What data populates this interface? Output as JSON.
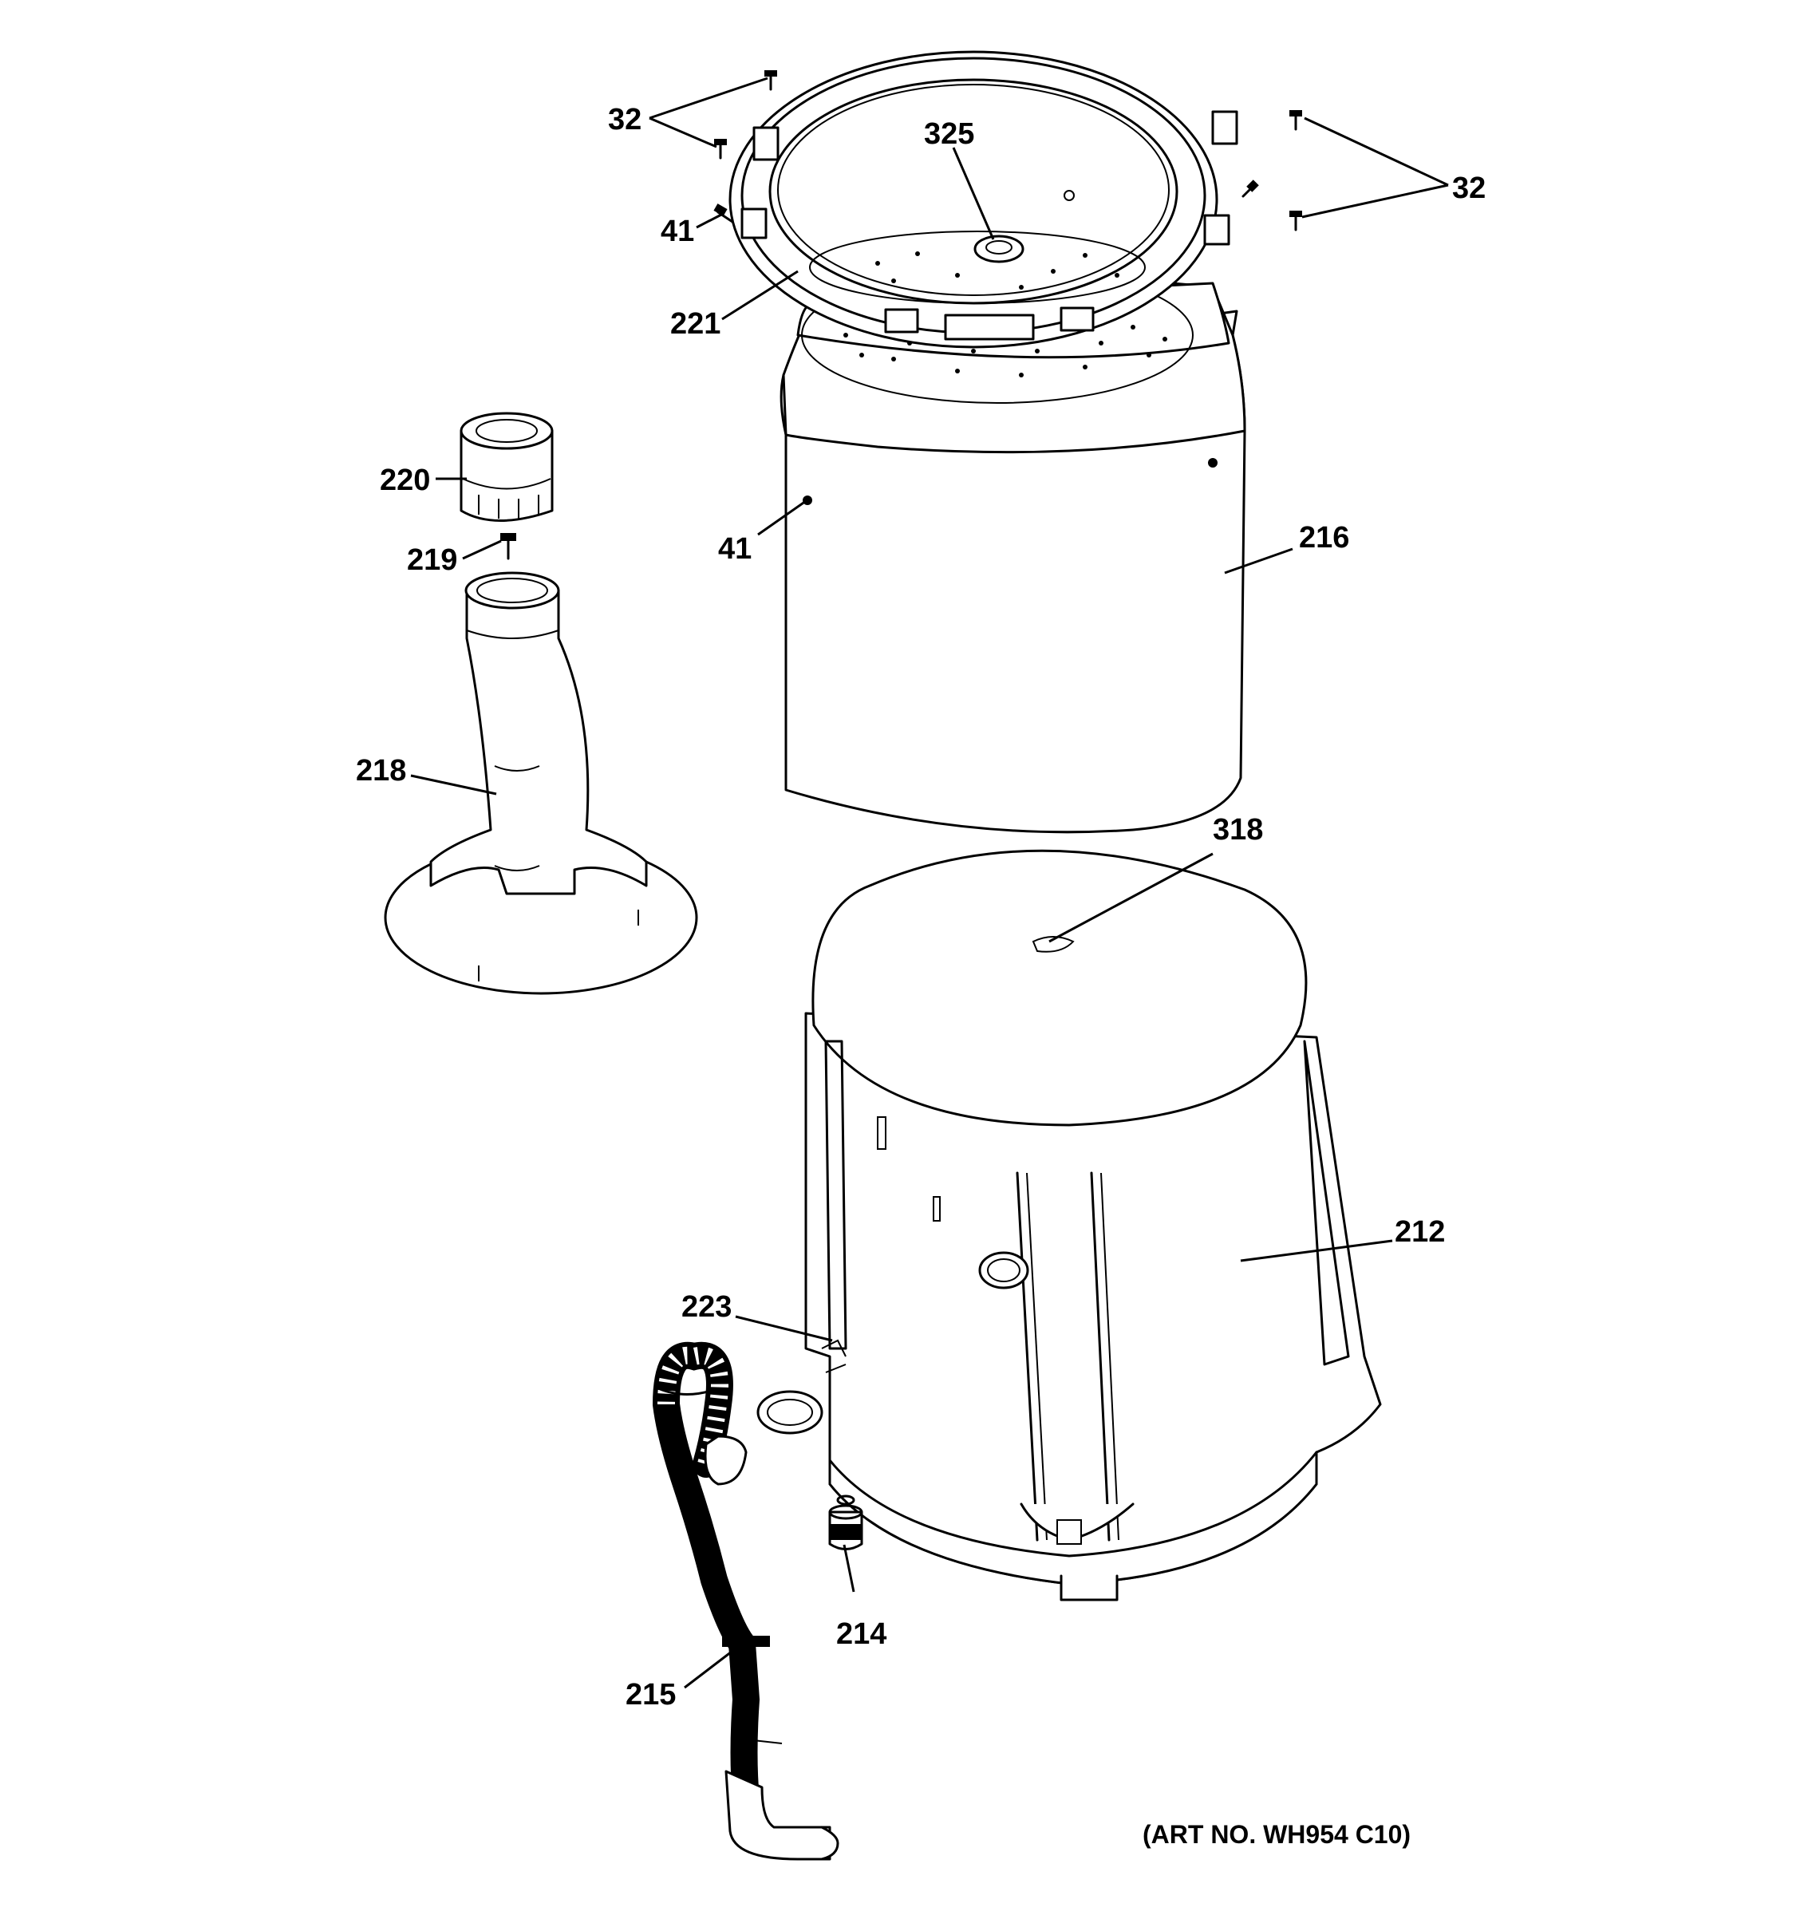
{
  "parts": {
    "p32a": "32",
    "p32b": "32",
    "p325": "325",
    "p41a": "41",
    "p41b": "41",
    "p221": "221",
    "p220": "220",
    "p219": "219",
    "p218": "218",
    "p216": "216",
    "p318": "318",
    "p212": "212",
    "p223": "223",
    "p214": "214",
    "p215": "215"
  },
  "art_number": "(ART NO. WH954 C10)"
}
